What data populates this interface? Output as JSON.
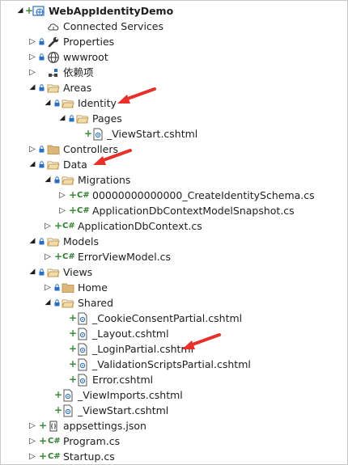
{
  "tree": {
    "project": "WebAppIdentityDemo",
    "connected_services": "Connected Services",
    "properties": "Properties",
    "wwwroot": "wwwroot",
    "dependencies": "依赖项",
    "areas": "Areas",
    "identity": "Identity",
    "pages": "Pages",
    "identity_viewstart": "_ViewStart.cshtml",
    "controllers": "Controllers",
    "data": "Data",
    "migrations": "Migrations",
    "migration_file": "00000000000000_CreateIdentitySchema.cs",
    "snapshot_file": "ApplicationDbContextModelSnapshot.cs",
    "dbcontext_file": "ApplicationDbContext.cs",
    "models": "Models",
    "error_view_model": "ErrorViewModel.cs",
    "views": "Views",
    "home": "Home",
    "shared": "Shared",
    "cookie_partial": "_CookieConsentPartial.cshtml",
    "layout": "_Layout.cshtml",
    "login_partial": "_LoginPartial.cshtml",
    "validation_partial": "_ValidationScriptsPartial.cshtml",
    "error_view": "Error.cshtml",
    "view_imports": "_ViewImports.cshtml",
    "views_viewstart": "_ViewStart.cshtml",
    "appsettings": "appsettings.json",
    "program": "Program.cs",
    "startup": "Startup.cs"
  },
  "glyphs": {
    "expanded": "◢",
    "collapsed": "▷",
    "added": "+",
    "csharp": "C#"
  },
  "colors": {
    "annotation_arrow": "#e8302a",
    "folder": "#dcb67a",
    "csharp": "#2f7d2f",
    "lock": "#2a6ebf"
  }
}
